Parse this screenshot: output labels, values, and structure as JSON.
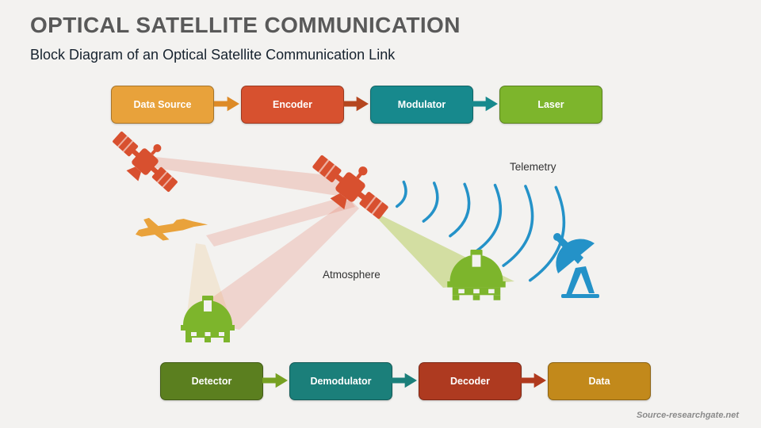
{
  "slide": {
    "title": "OPTICAL SATELLITE COMMUNICATION",
    "subtitle": "Block Diagram of an Optical Satellite Communication Link",
    "source_credit": "Source-researchgate.net"
  },
  "top_row": {
    "blocks": [
      {
        "label": "Data Source",
        "color": "#E8A23B"
      },
      {
        "label": "Encoder",
        "color": "#D7512F"
      },
      {
        "label": "Modulator",
        "color": "#17898D"
      },
      {
        "label": "Laser",
        "color": "#7DB52C"
      }
    ],
    "arrows": [
      "#DD8A26",
      "#B5461F",
      "#17898D"
    ]
  },
  "bottom_row": {
    "blocks": [
      {
        "label": "Detector",
        "color": "#5B7F1F"
      },
      {
        "label": "Demodulator",
        "color": "#1B7F7A"
      },
      {
        "label": "Decoder",
        "color": "#AE3A20"
      },
      {
        "label": "Data",
        "color": "#C2891B"
      }
    ],
    "arrows": [
      "#76A021",
      "#1B7F7A",
      "#B03A1E"
    ]
  },
  "annotations": {
    "telemetry": "Telemetry",
    "atmosphere": "Atmosphere"
  },
  "palette": {
    "satellite": "#D8502F",
    "jet": "#E9A23B",
    "observatory": "#7DB52C",
    "dish": "#2492C8",
    "beam_pink": "#E06048",
    "beam_green": "#A8C437"
  }
}
